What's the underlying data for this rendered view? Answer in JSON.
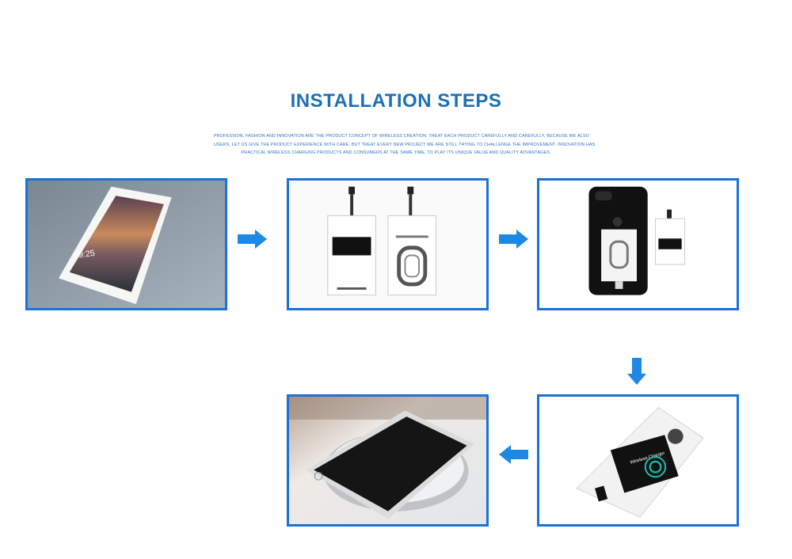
{
  "heading": {
    "title": "INSTALLATION STEPS"
  },
  "description": {
    "line1": "PROFESSION, FASHION AND INNOVATION ARE THE PRODUCT CONCEPT OF WIRELESS CREATION. TREAT EACH PRODUCT CAREFULLY AND CAREFULLY, BECAUSE WE ALSO",
    "line2": "USERS, LET US GIVE THE PRODUCT EXPERIENCE WITH CARE, BUT TREAT EVERY NEW PROJECT WE ARE STILL TRYING TO CHALLENGE THE IMPROVEMENT. INNOVATION HAS",
    "line3": "PRACTICAL WIRELESS CHARGING PRODUCTS AND CONSUMERS AT THE SAME TIME, TO PLAY ITS UNIQUE VALUE AND QUALITY ADVANTAGES."
  },
  "steps": {
    "step1": {
      "photo": "smartphone-on-gray-background",
      "screen_time": "09:25"
    },
    "step2": {
      "photo": "wireless-charging-receiver-patches"
    },
    "step3": {
      "photo": "receiver-attached-to-phone-back"
    },
    "step4": {
      "photo": "receiver-under-phone-case",
      "receiver_label": "Wireless Charger"
    },
    "step5": {
      "photo": "phone-on-wireless-charging-pad"
    }
  },
  "colors": {
    "accent": "#1a72d6",
    "title": "#1d6fb8",
    "arrow": "#1e88e5"
  },
  "arrows": [
    "arrow-right",
    "arrow-right",
    "arrow-down",
    "arrow-left"
  ]
}
